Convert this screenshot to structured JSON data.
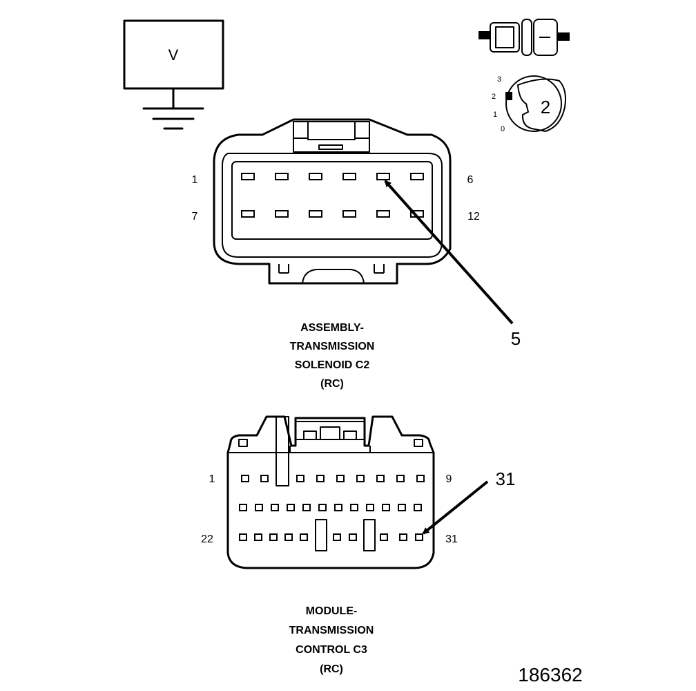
{
  "meter": {
    "label": "V"
  },
  "ignition": {
    "positions": [
      "3",
      "2",
      "1",
      "0"
    ],
    "selected": "2"
  },
  "connector_c2": {
    "caption": [
      "ASSEMBLY-",
      "TRANSMISSION",
      "SOLENOID C2",
      "(RC)"
    ],
    "pin_labels": {
      "top_left": "1",
      "top_right": "6",
      "bottom_left": "7",
      "bottom_right": "12"
    },
    "callout": "5"
  },
  "connector_c3": {
    "caption": [
      "MODULE-",
      "TRANSMISSION",
      "CONTROL C3",
      "(RC)"
    ],
    "pin_labels": {
      "row1_left": "1",
      "row1_right": "9",
      "row3_left": "22",
      "row3_right": "31"
    },
    "callout": "31"
  },
  "figure_number": "186362"
}
